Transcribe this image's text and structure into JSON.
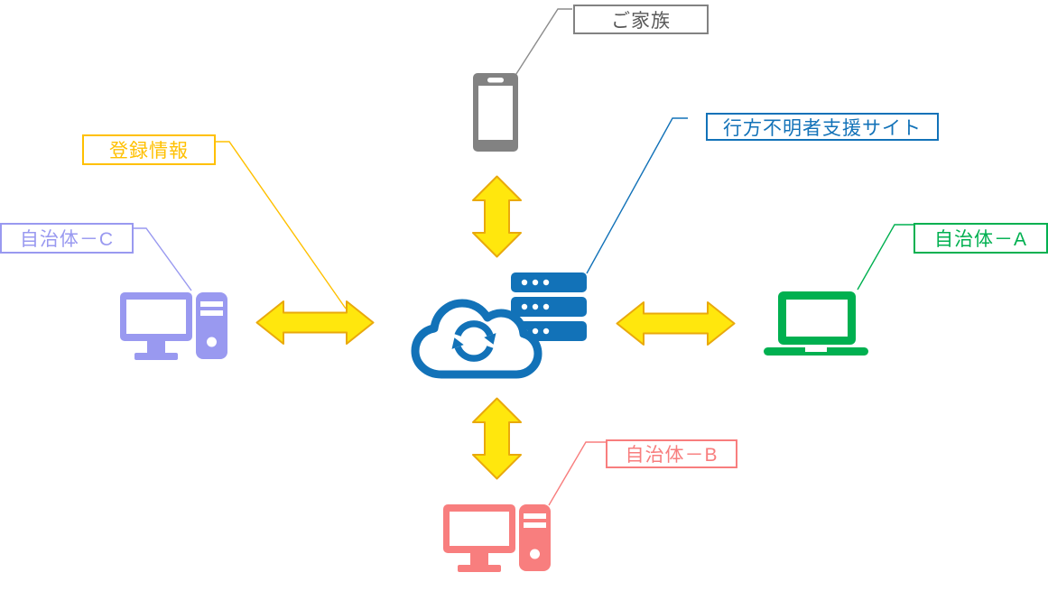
{
  "labels": {
    "family": {
      "text": "ご家族",
      "color": "#828282"
    },
    "support_site": {
      "text": "行方不明者支援サイト",
      "color": "#1272B8"
    },
    "registration_info": {
      "text": "登録情報",
      "color": "#FFC000"
    },
    "municipality_a": {
      "text": "自治体－A",
      "color": "#00B050"
    },
    "municipality_b": {
      "text": "自治体－B",
      "color": "#F87E7E"
    },
    "municipality_c": {
      "text": "自治体－C",
      "color": "#9999F0"
    }
  },
  "nodes": {
    "family_device": {
      "icon": "smartphone-icon",
      "color": "#828282"
    },
    "central_system": {
      "icon": "cloud-sync-server-icon",
      "color": "#1272B8"
    },
    "municipality_a_device": {
      "icon": "laptop-icon",
      "color": "#00B050"
    },
    "municipality_b_device": {
      "icon": "desktop-computer-icon",
      "color": "#F87E7E"
    },
    "municipality_c_device": {
      "icon": "desktop-computer-icon",
      "color": "#9999F0"
    }
  },
  "connections": {
    "arrow_fill": "#FFE70D",
    "arrow_outline": "#E9A90C",
    "arrows": [
      {
        "between": [
          "central_system",
          "family_device"
        ],
        "type": "double-headed",
        "orientation": "vertical"
      },
      {
        "between": [
          "central_system",
          "municipality_a_device"
        ],
        "type": "double-headed",
        "orientation": "horizontal"
      },
      {
        "between": [
          "central_system",
          "municipality_b_device"
        ],
        "type": "double-headed",
        "orientation": "vertical"
      },
      {
        "between": [
          "central_system",
          "municipality_c_device"
        ],
        "type": "double-headed",
        "orientation": "horizontal"
      }
    ]
  }
}
